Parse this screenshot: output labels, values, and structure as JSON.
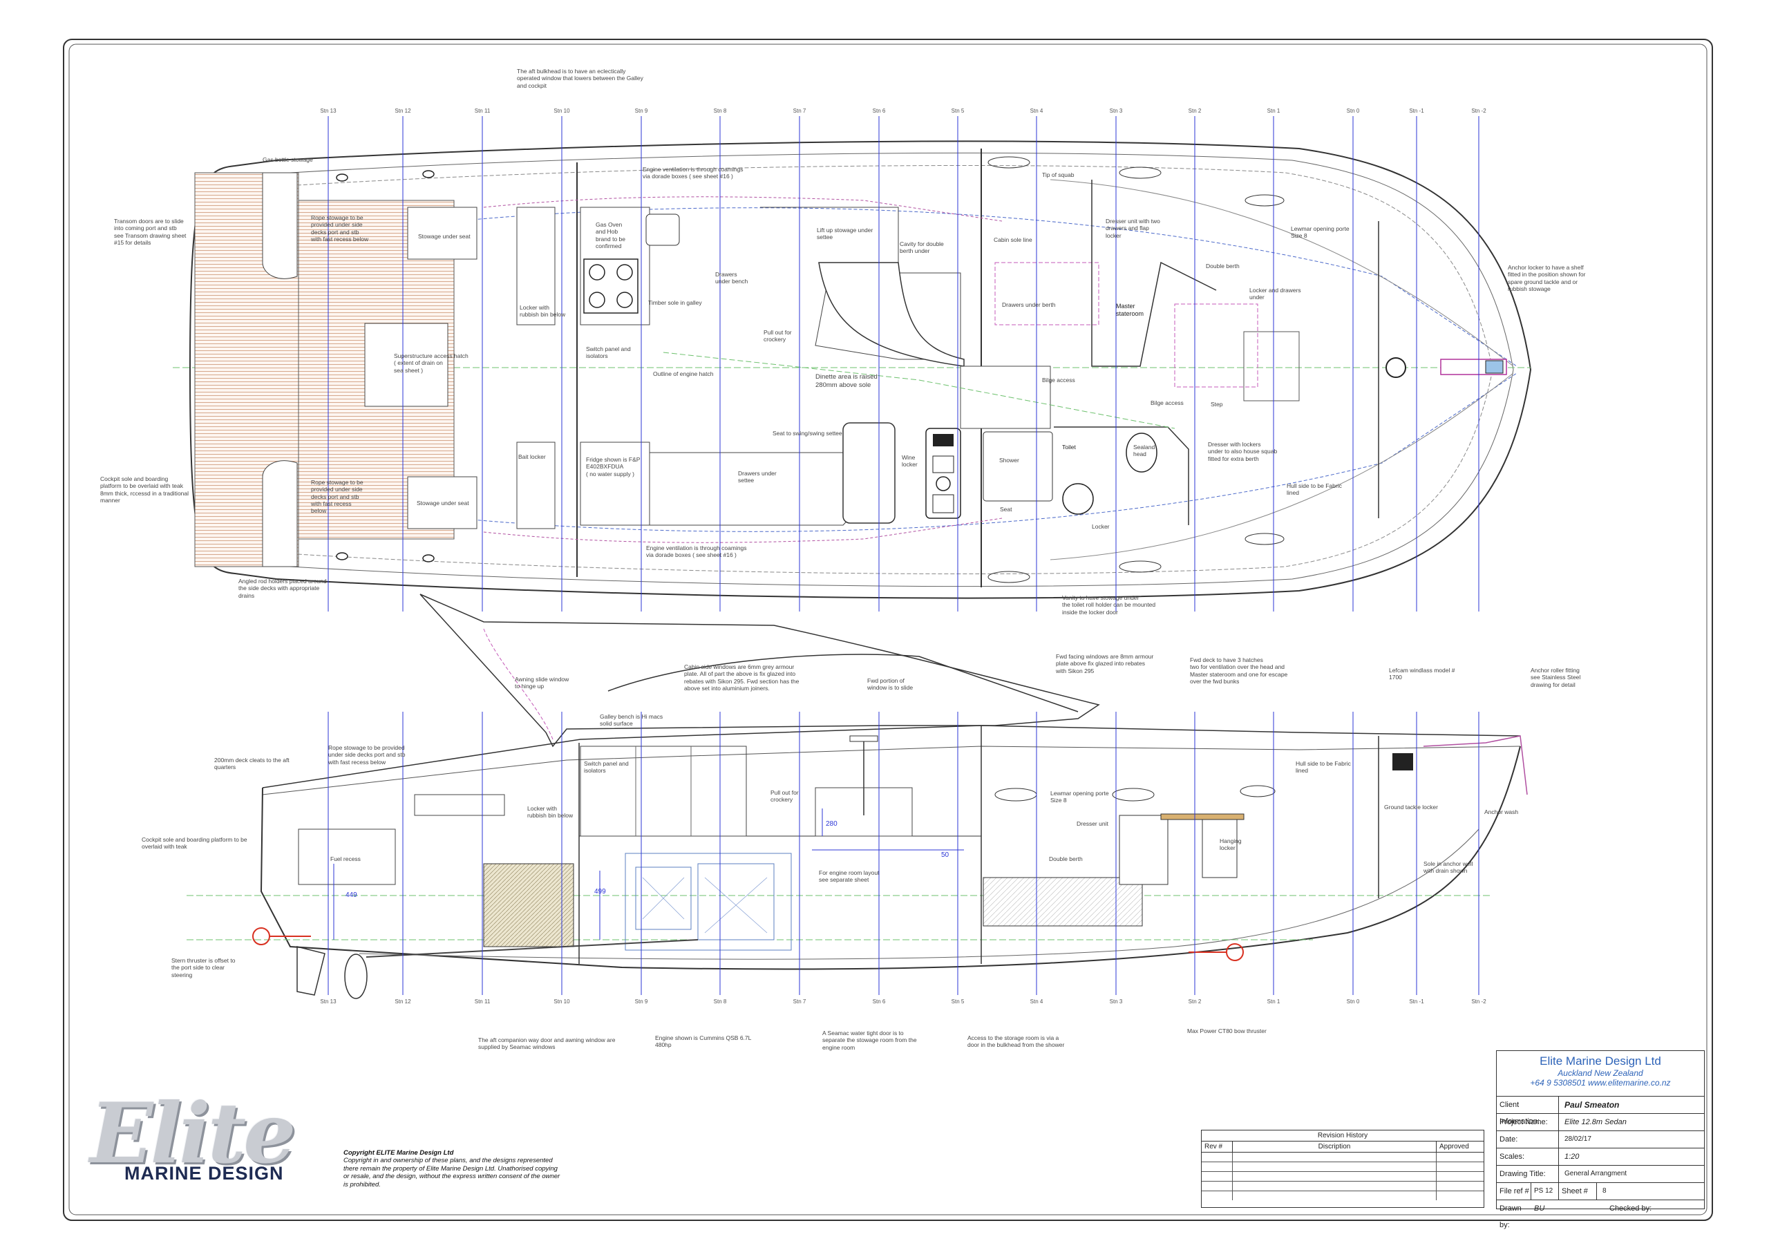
{
  "stations": [
    "Stn 13",
    "Stn 12",
    "Stn 11",
    "Stn 10",
    "Stn 9",
    "Stn 8",
    "Stn 7",
    "Stn 6",
    "Stn 5",
    "Stn 4",
    "Stn 3",
    "Stn 2",
    "Stn 1",
    "Stn 0",
    "Stn -1",
    "Stn -2"
  ],
  "plan_notes": {
    "aft_bulkhead": "The aft bulkhead is to have an eclectically\noperated window that lowers between the Galley\nand cockpit",
    "gas_bottle": "Gas bottle stowage",
    "transom_doors": "Transom doors are to slide\ninto coming port and stb\nsee Transom drawing sheet\n#15 for details",
    "rope_stowage_top": "Rope stowage to be\nprovided under side\ndecks port and stb\nwith fast recess below",
    "stowage_under_seat_top": "Stowage under seat",
    "locker_rubbish": "Locker with\nrubbish bin below",
    "gas_oven": "Gas Oven\nand Hob\nbrand to be\nconfirmed",
    "engine_vent_top": "Engine ventilation is through coamings\nvia dorade boxes ( see sheet #16 )",
    "timber_sole": "Timber sole in galley",
    "drawers_bench": "Drawers\nunder bench",
    "lift_up_stowage": "Lift up stowage under\nsettee",
    "cavity_double_berth": "Cavity for double\nberth under",
    "cabin_sole": "Cabin sole line",
    "tip_of_squab": "Tip of squab",
    "dresser_unit": "Dresser unit with two\ndrawers and flap\nlocker",
    "double_berth": "Double berth",
    "locker_and_drawers": "Locker and drawers\nunder",
    "lewmar_porte_top": "Lewmar opening porte\nSize 8",
    "anchor_locker": "Anchor locker to have a shelf\nfitted in the position shown for\nspare ground tackle and or\nrubbish stowage",
    "switch_panel": "Switch panel and\nisolators",
    "pull_out_crockery": "Pull out for\ncrockery",
    "drawers_under_berth": "Drawers under berth",
    "master_stateroom": "Master\nstateroom",
    "superstructure_hatch": "Superstructure access hatch\n( extent of drain on\nsea sheet )",
    "outline_engine_hatch": "Outline of engine hatch",
    "dinette_area": "Dinette area is raised\n280mm above sole",
    "bilge_access_1": "Bilge access",
    "bilge_access_2": "Bilge access",
    "step": "Step",
    "seat_swing": "Seat to swing/swing settee",
    "bait_locker": "Bait locker",
    "fridge": "Fridge shown is F&P\nE402BXFDUA\n( no water supply )",
    "drawers_under_settee": "Drawers under\nsettee",
    "wine_locker": "Wine\nlocker",
    "shower": "Shower",
    "toilet": "Toilet",
    "sealand_head": "Sealand\nhead",
    "dresser_lockers": "Dresser with lockers\nunder to also house squab\nfitted for extra berth",
    "hull_side_fabric_top": "Hull side to be Fabric\nlined",
    "cockpit_sole_top": "Cockpit sole and boarding\nplatform to be overlaid with teak\n8mm thick, rccessd in a traditional\nmanner",
    "rope_stowage_bottom": "Rope stowage to be\nprovided under side\ndecks port and stb\nwith fast recess\nbelow",
    "stowage_under_seat_bottom": "Stowage under seat",
    "seat": "Seat",
    "locker": "Locker",
    "engine_vent_bottom": "Engine ventilation is through coamings\nvia dorade boxes ( see sheet #16 )",
    "angled_rod_holders": "Angled rod holders placed around\nthe side decks with appropriate\ndrains",
    "vanity": "Vanity to have stowage under\nthe toilet roll holder can be mounted\ninside the locker door"
  },
  "profile_notes": {
    "awning": "Awning slide window\nto hinge up",
    "cabin_side_windows": "Cabin side windows are 6mm grey armour\nplate. All of part the above is fix glazed into\nrebates with Sikon 295. Fwd section has the\nabove set into aluminium joiners.",
    "fwd_portion": "Fwd portion of\nwindow is to slide",
    "fwd_facing_windows": "Fwd facing windows are 8mm armour\nplate above fix glazed into rebates\nwith Sikon 295",
    "fwd_deck_hatches": "Fwd deck to have 3 hatches\ntwo for ventilation over the head and\nMaster stateroom and one for escape\nover the fwd bunks",
    "lefcam_windlass": "Lefcam windlass model #\n1700",
    "anchor_roller": "Anchor roller fitting\nsee Stainless Steel\ndrawing for detail",
    "galley_bench": "Galley bench is Hi macs\nsolid surface",
    "deck_cleats": "200mm deck cleats to the aft\nquarters",
    "rope_stowage_profile": "Rope stowage to be provided\nunder side decks port and stb\nwith fast recess below",
    "switch_panel_profile": "Switch panel and\nisolators",
    "pull_out_profile": "Pull out for\ncrockery",
    "hull_side_fabric_profile": "Hull side to be Fabric\nlined",
    "locker_rubbish_profile": "Locker with\nrubbish bin below",
    "lewmar_porte_profile": "Lewmar opening porte\nSize 8",
    "ground_tackle": "Ground tackle locker",
    "anchor_wash": "Anchor wash",
    "cockpit_sole_profile": "Cockpit sole and boarding platform to be\noverlaid with teak",
    "fuel_recess": "Fuel recess",
    "dresser_unit_profile": "Dresser unit",
    "hanging_locker": "Hanging\nlocker",
    "engine_room_layout": "For engine room layout\nsee separate sheet",
    "double_berth_profile": "Double berth",
    "sole_anchor_well": "Sole in anchor well\nwith drain shown",
    "stern_thruster": "Stern thruster is offset to\nthe port side to clear\nsteering",
    "aft_companionway": "The aft companion way door and awning window are\nsupplied by Seamac windows",
    "engine_shown": "Engine shown is Cummins QSB 6.7L\n480hp",
    "seamac_door": "A Seamac water tight door is to\nseparate the stowage room from the\nengine room",
    "storage_access": "Access to the storage room is via a\ndoor in the bulkhead from the shower",
    "bow_thruster": "Max Power CT80 bow thruster"
  },
  "dims": {
    "d280": "280",
    "d50": "50",
    "d499": "499",
    "d449": "449"
  },
  "logo": {
    "word": "Elite",
    "sub": "MARINE DESIGN"
  },
  "copyright": {
    "head": "Copyright ELITE Marine Design Ltd",
    "body": "Copyright in and ownership of these plans, and the designs represented there remain the property of Elite Marine Design Ltd. Unathorised copying or resale, and the design, without the express written consent of the owner is prohibited."
  },
  "revision": {
    "title": "Revision History",
    "col_rev": "Rev #",
    "col_desc": "Discription",
    "col_appr": "Approved"
  },
  "title_block": {
    "firm": "Elite Marine Design Ltd",
    "location": "Auckland New Zealand",
    "contact": "+64 9 5308501 www.elitemarine.co.nz",
    "client_label": "Client Information:",
    "client": "Paul Smeaton",
    "project_label": "Project Name:",
    "project": "Elite 12.8m Sedan",
    "date_label": "Date:",
    "date": "28/02/17",
    "scales_label": "Scales:",
    "scale": "1:20",
    "drawing_label": "Drawing Title:",
    "drawing": "General Arrangment",
    "fileref_label": "File ref #",
    "fileref": "PS 12",
    "sheet_label": "Sheet #",
    "sheet": "8",
    "drawn_label": "Drawn by:",
    "drawn": "BU",
    "checked_label": "Checked by:"
  },
  "colors": {
    "station_line": "#2b35d6",
    "hull_line": "#333333",
    "teak": "#c98e6a",
    "fixture_red": "#d83020",
    "firm_blue": "#2d63b8"
  }
}
